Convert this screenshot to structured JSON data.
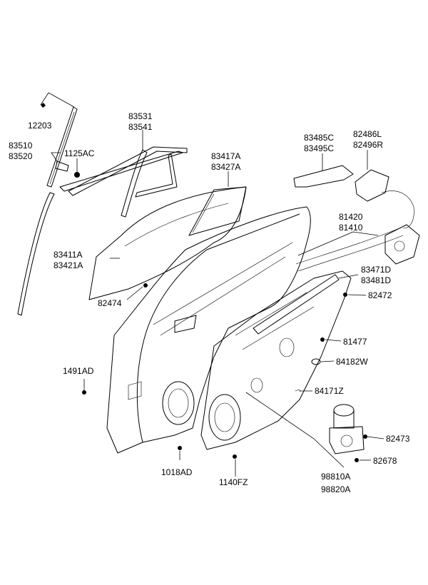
{
  "labels": {
    "p12203": "12203",
    "p83510": "83510",
    "p83520": "83520",
    "p1125AC": "1125AC",
    "p83531": "83531",
    "p83541": "83541",
    "p83417A": "83417A",
    "p83427A": "83427A",
    "p83485C": "83485C",
    "p83495C": "83495C",
    "p82486L": "82486L",
    "p82496R": "82496R",
    "p81420": "81420",
    "p81410": "81410",
    "p83411A": "83411A",
    "p83421A": "83421A",
    "p82474": "82474",
    "p83471D": "83471D",
    "p83481D": "83481D",
    "p82472": "82472",
    "p81477": "81477",
    "p84182W": "84182W",
    "p1491AD": "1491AD",
    "p84171Z": "84171Z",
    "p82473": "82473",
    "p82678": "82678",
    "p1018AD": "1018AD",
    "p1140FZ": "1140FZ",
    "p98810A": "98810A",
    "p98820A": "98820A"
  }
}
